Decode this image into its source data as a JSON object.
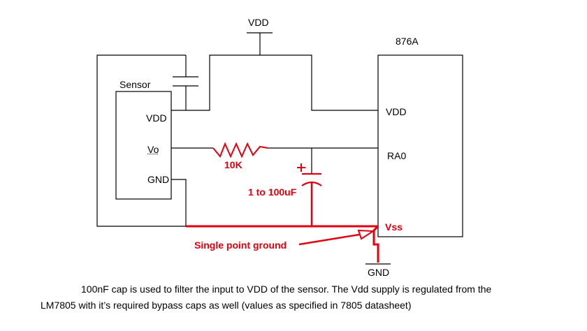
{
  "labels": {
    "vdd_top": "VDD",
    "chip_name": "876A",
    "sensor_title": "Sensor",
    "sensor_vdd": "VDD",
    "sensor_vo": "Vo",
    "sensor_gnd": "GND",
    "chip_vdd": "VDD",
    "chip_ra0": "RA0",
    "chip_vss": "Vss",
    "resistor": "10K",
    "capacitor": "1 to 100uF",
    "single_point": "Single point ground",
    "gnd_bottom": "GND"
  },
  "caption": {
    "line1": "100nF cap is used to filter the input to VDD of the sensor. The Vdd supply is regulated from the",
    "line2": "LM7805 with it’s required bypass caps as well (values as specified in 7805 datasheet)"
  },
  "colors": {
    "wire": "#000000",
    "annotation": "#e3000f"
  }
}
